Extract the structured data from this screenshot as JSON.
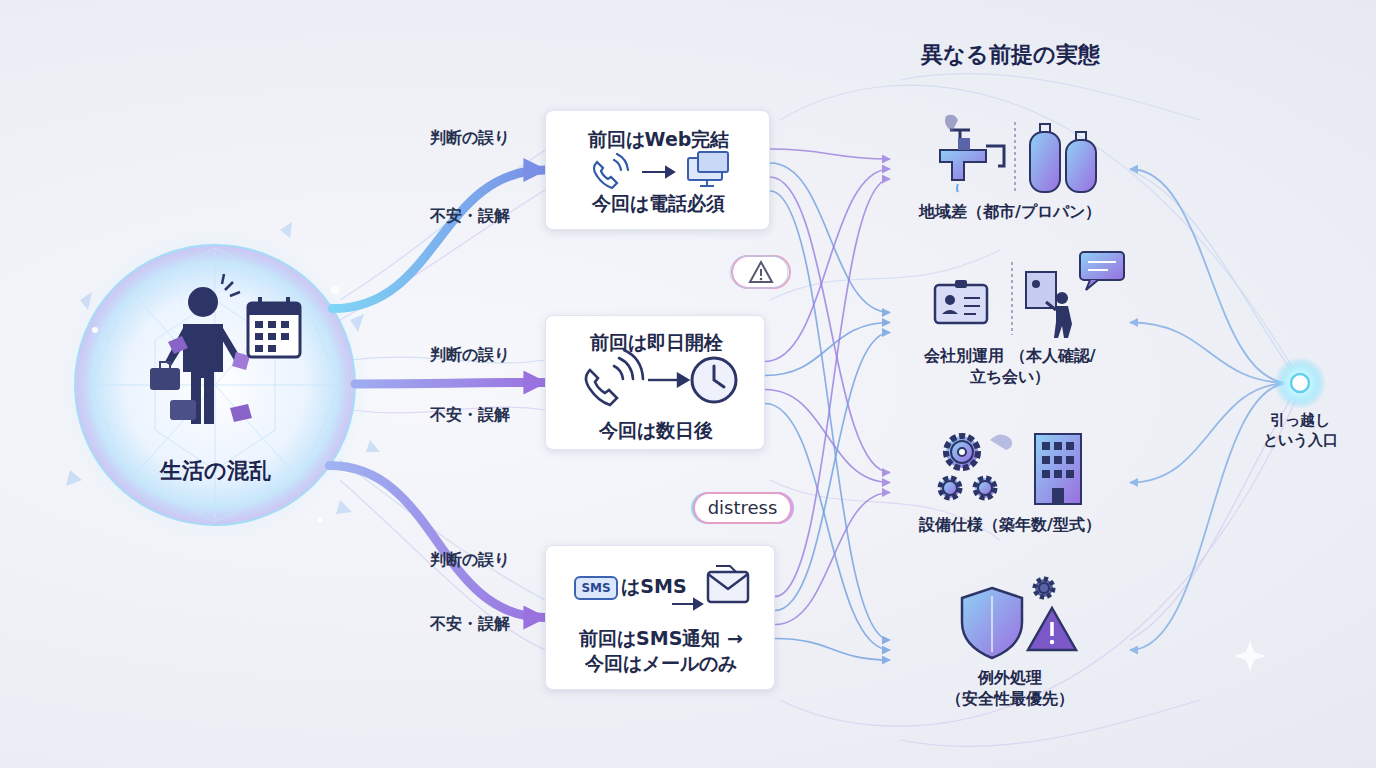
{
  "diagram": {
    "title": "異なる前提の実態",
    "nodes": [
      {
        "text": [
          "生活の混乱"
        ]
      },
      {
        "text": [
          "前回はWeb完結",
          "今回は電話必須"
        ]
      },
      {
        "text": [
          "前回は即日開栓",
          "今回は数日後"
        ]
      },
      {
        "text": [
          "SMS",
          "はSMS",
          "前回はSMS通知 →今回はメールのみ"
        ]
      },
      {
        "text": [
          "地域差（都市/プロパン）"
        ]
      },
      {
        "text": [
          "会社別運用 （本人確認/立ち会い）"
        ]
      },
      {
        "text": [
          "設備仕様（築年数/型式）"
        ]
      },
      {
        "text": [
          "例外処理 （安全性最優先）"
        ]
      },
      {
        "text": [
          "引っ越し という入口"
        ]
      }
    ],
    "edges": [
      {
        "from": 0,
        "to": 1,
        "arrow": "to"
      },
      {
        "from": 0,
        "to": 2,
        "arrow": "to"
      },
      {
        "from": 0,
        "to": 3,
        "arrow": "to"
      },
      {
        "from": 1,
        "to": 4,
        "arrow": "to"
      },
      {
        "from": 1,
        "to": 5,
        "arrow": "to"
      },
      {
        "from": 1,
        "to": 6,
        "arrow": "to"
      },
      {
        "from": 1,
        "to": 7,
        "arrow": "to"
      },
      {
        "from": 2,
        "to": 4,
        "arrow": "to"
      },
      {
        "from": 2,
        "to": 5,
        "arrow": "to"
      },
      {
        "from": 2,
        "to": 6,
        "arrow": "to"
      },
      {
        "from": 2,
        "to": 7,
        "arrow": "to"
      },
      {
        "from": 3,
        "to": 4,
        "arrow": "to"
      },
      {
        "from": 3,
        "to": 5,
        "arrow": "to"
      },
      {
        "from": 3,
        "to": 6,
        "arrow": "to"
      },
      {
        "from": 3,
        "to": 7,
        "arrow": "to"
      },
      {
        "from": 8,
        "to": 4,
        "arrow": "to"
      },
      {
        "from": 8,
        "to": 5,
        "arrow": "to"
      },
      {
        "from": 8,
        "to": 6,
        "arrow": "to"
      },
      {
        "from": 8,
        "to": 7,
        "arrow": "to"
      }
    ],
    "labels": [
      "判断の誤り",
      "不安・誤解",
      "判断の誤り",
      "不安・誤解",
      "判断の誤り",
      "不安・誤解",
      "distress"
    ]
  }
}
